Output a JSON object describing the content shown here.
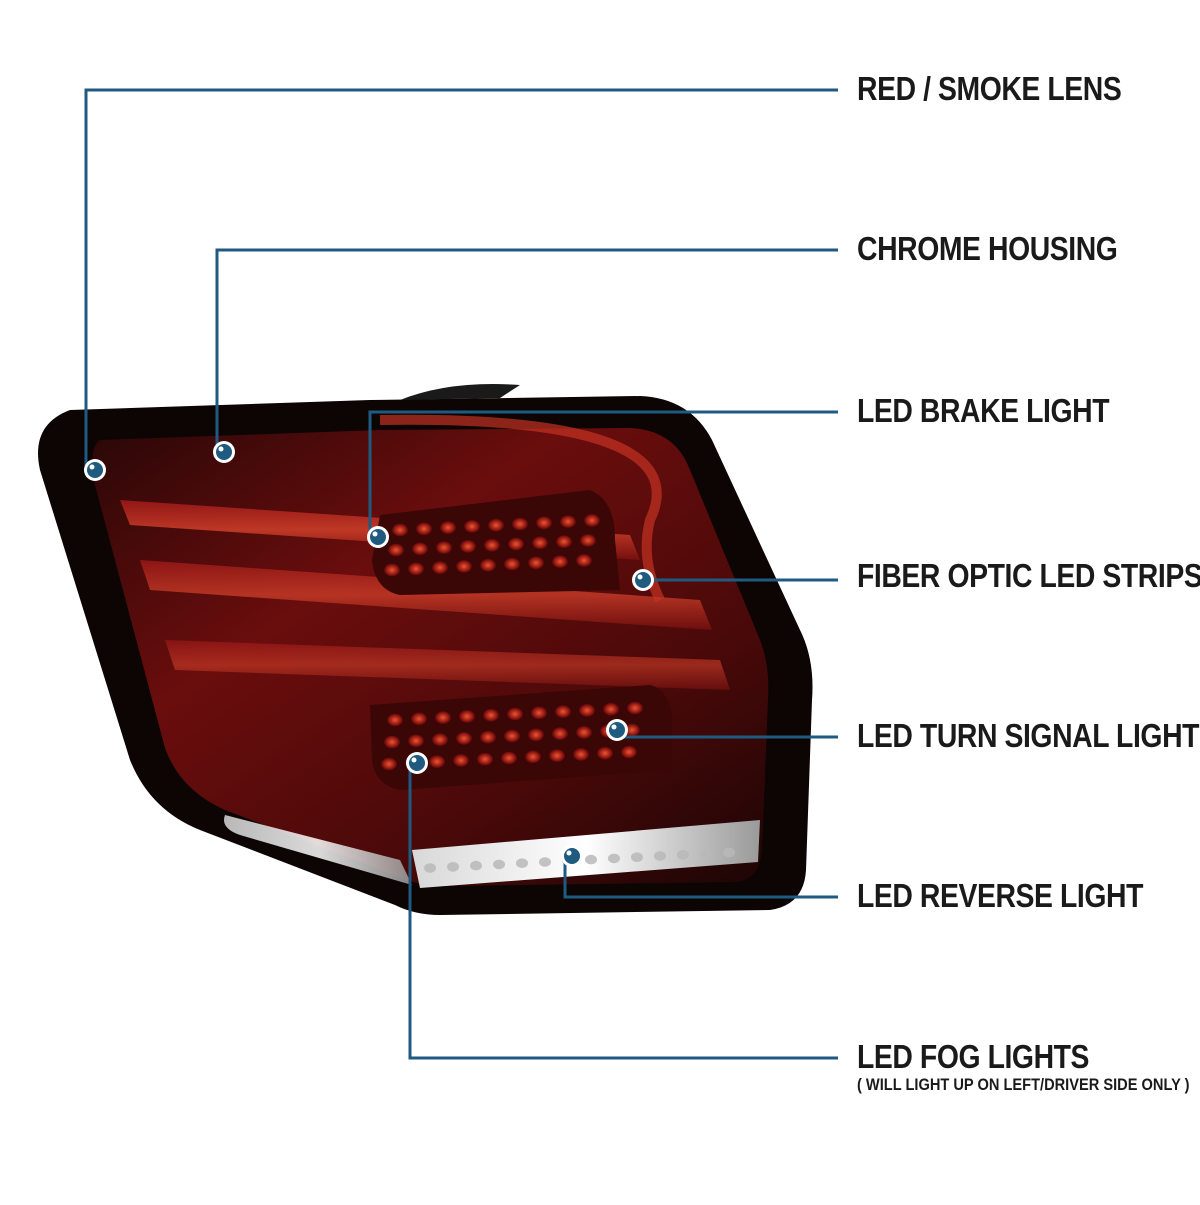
{
  "callouts": [
    {
      "id": "red-smoke-lens",
      "label": "RED / SMOKE LENS"
    },
    {
      "id": "chrome-housing",
      "label": "CHROME HOUSING"
    },
    {
      "id": "led-brake-light",
      "label": "LED BRAKE LIGHT"
    },
    {
      "id": "fiber-optic-led-strips",
      "label": "FIBER OPTIC LED STRIPS"
    },
    {
      "id": "led-turn-signal-light",
      "label": "LED TURN SIGNAL LIGHT"
    },
    {
      "id": "led-reverse-light",
      "label": "LED REVERSE LIGHT"
    },
    {
      "id": "led-fog-lights",
      "label": "LED FOG LIGHTS",
      "note": "( WILL LIGHT UP ON LEFT/DRIVER SIDE ONLY )"
    }
  ],
  "colors": {
    "leader_line": "#1f5a80",
    "marker_fill": "#1f5a80",
    "marker_ring": "#ffffff",
    "label_text": "#1a1a1a",
    "lens_red": "#7a0c0c",
    "lens_smoke": "#120606"
  }
}
